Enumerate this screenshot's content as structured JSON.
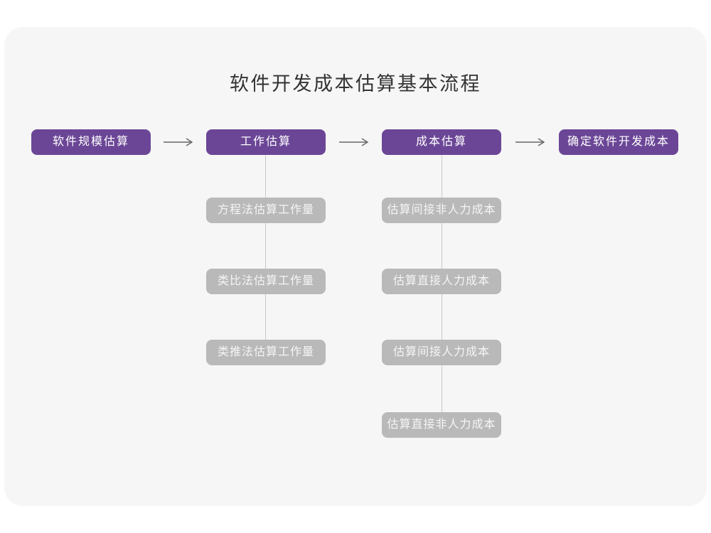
{
  "page": {
    "title": "软件开发成本估算基本流程"
  },
  "colors": {
    "page_background": "#ffffff",
    "card_background": "#f6f6f6",
    "stage_box": "#6b4696",
    "stage_text": "#ffffff",
    "sub_box": "#b9b9b9",
    "sub_text": "#f5f5f5",
    "connector_line": "#c9c9c9",
    "arrow": "#666666",
    "title_text": "#333333"
  },
  "flow": {
    "stages": [
      {
        "label": "软件规模估算",
        "children": []
      },
      {
        "label": "工作估算",
        "children": [
          "方程法估算工作量",
          "类比法估算工作量",
          "类推法估算工作量"
        ]
      },
      {
        "label": "成本估算",
        "children": [
          "估算间接非人力成本",
          "估算直接人力成本",
          "估算间接人力成本",
          "估算直接非人力成本"
        ]
      },
      {
        "label": "确定软件开发成本",
        "children": []
      }
    ]
  }
}
